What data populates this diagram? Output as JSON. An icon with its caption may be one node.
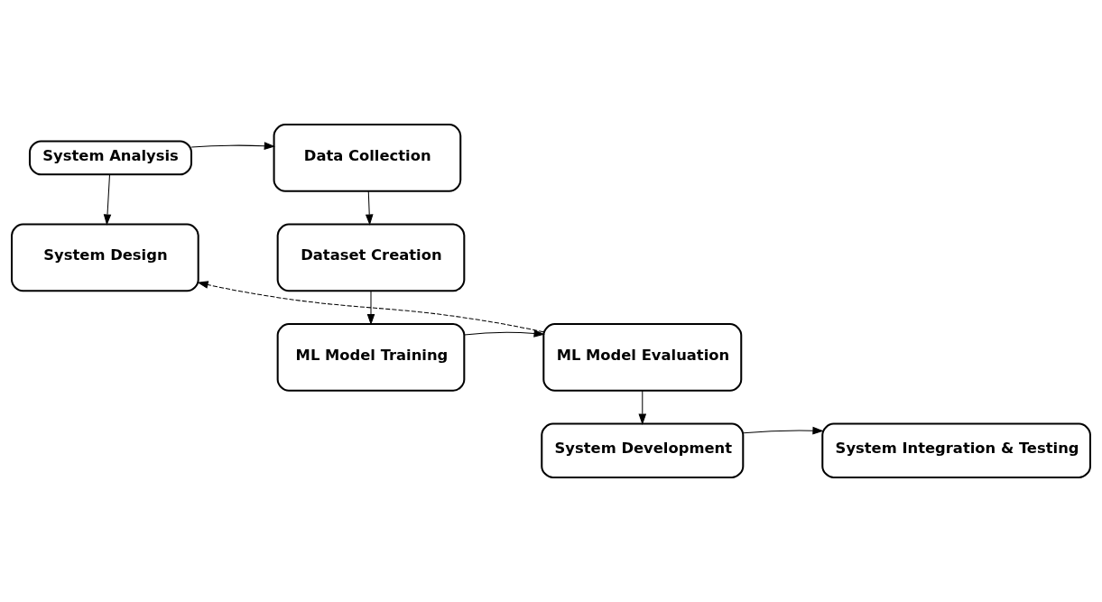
{
  "diagram": {
    "nodes": [
      {
        "text": [
          "System Analysis"
        ]
      },
      {
        "text": [
          "Data Collection"
        ]
      },
      {
        "text": [
          "System Design"
        ]
      },
      {
        "text": [
          "Dataset Creation"
        ]
      },
      {
        "text": [
          "ML Model Evaluation"
        ]
      },
      {
        "text": [
          "ML Model Training"
        ]
      },
      {
        "text": [
          "System Development"
        ]
      },
      {
        "text": [
          "System Integration & Testing"
        ]
      }
    ],
    "edges": [
      {
        "from": 0,
        "to": 1,
        "arrow": "to"
      },
      {
        "from": 0,
        "to": 2,
        "arrow": "to"
      },
      {
        "from": 1,
        "to": 3,
        "arrow": "to"
      },
      {
        "from": 3,
        "to": 5,
        "arrow": "to"
      },
      {
        "from": 5,
        "to": 4,
        "arrow": "to"
      },
      {
        "from": 4,
        "to": 2,
        "arrow": "to",
        "style": "dashed"
      },
      {
        "from": 4,
        "to": 6,
        "arrow": "to"
      },
      {
        "from": 6,
        "to": 7,
        "arrow": "to"
      }
    ]
  }
}
